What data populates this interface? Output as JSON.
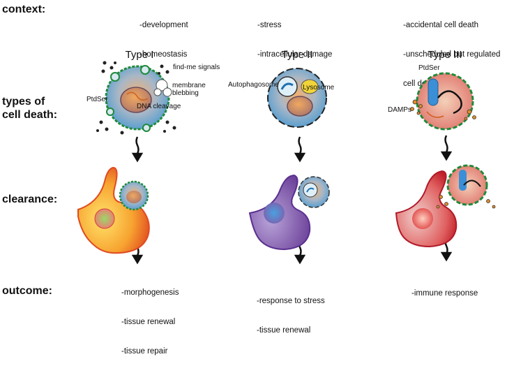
{
  "rows": {
    "context": "context:",
    "types_of_cell_death": "types of\ncell death:",
    "clearance": "clearance:",
    "outcome": "outcome:"
  },
  "columns": [
    {
      "context_lines": [
        "-development",
        "-homeostasis"
      ],
      "type_title": "Type I",
      "annotations": {
        "find_me": "find-me signals",
        "membrane": "membrane",
        "blebbing": "blebbing",
        "ptdser": "PtdSer",
        "dna": "DNA cleavage"
      },
      "outcome_lines": [
        "-morphogenesis",
        "-tissue renewal",
        "-tissue repair"
      ]
    },
    {
      "context_lines": [
        "-stress",
        "-intracellular damage"
      ],
      "type_title": "Type II",
      "annotations": {
        "autophagosome": "Autophagosome",
        "lysosome": "Lysosome"
      },
      "outcome_lines": [
        "-response to stress",
        "-tissue renewal"
      ]
    },
    {
      "context_lines": [
        "-accidental cell death",
        "-unscheduled but regulated",
        "cell death"
      ],
      "type_title": "Type III",
      "annotations": {
        "ptdser": "PtdSer",
        "damps": "DAMPs"
      },
      "outcome_lines": [
        "-immune response"
      ]
    }
  ],
  "colors": {
    "phagocyte1": "#f5a030",
    "phagocyte2": "#8a5cb0",
    "phagocyte3": "#e0413a",
    "cell_body": "#6aaad0",
    "nucleus": "#c98a5e",
    "membrane_green": "#1f8a3a",
    "damps_orange": "#e08a2a"
  }
}
